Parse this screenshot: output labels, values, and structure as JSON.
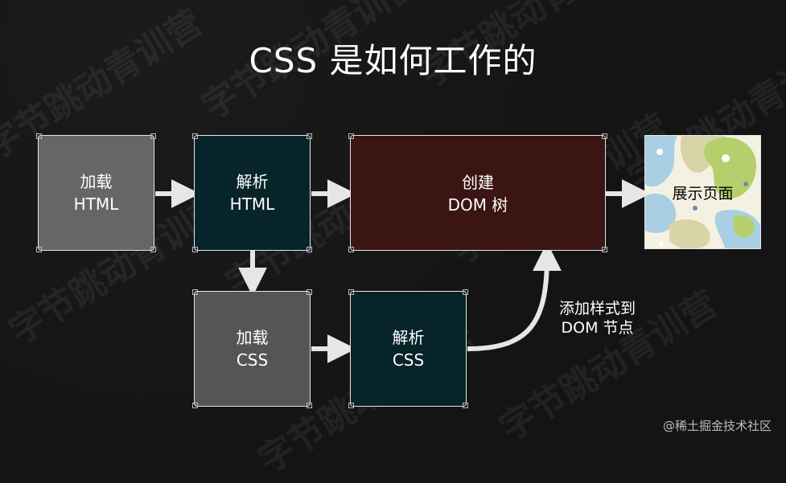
{
  "title": "CSS 是如何工作的",
  "watermark": "字节跳动青训营",
  "nodes": {
    "load_html": {
      "line1": "加载",
      "line2": "HTML"
    },
    "parse_html": {
      "line1": "解析",
      "line2": "HTML"
    },
    "create_dom": {
      "line1": "创建",
      "line2": "DOM 树"
    },
    "display_page": {
      "label": "展示页面"
    },
    "load_css": {
      "line1": "加载",
      "line2": "CSS"
    },
    "parse_css": {
      "line1": "解析",
      "line2": "CSS"
    }
  },
  "annotation": {
    "line1": "添加样式到",
    "line2": "DOM 节点"
  },
  "credit": "@稀土掘金技术社区",
  "colors": {
    "background": "#141414",
    "gray_box": "#666666",
    "teal_box": "#07242a",
    "maroon_box": "#3a1512",
    "arrow": "#e6e6e6"
  }
}
